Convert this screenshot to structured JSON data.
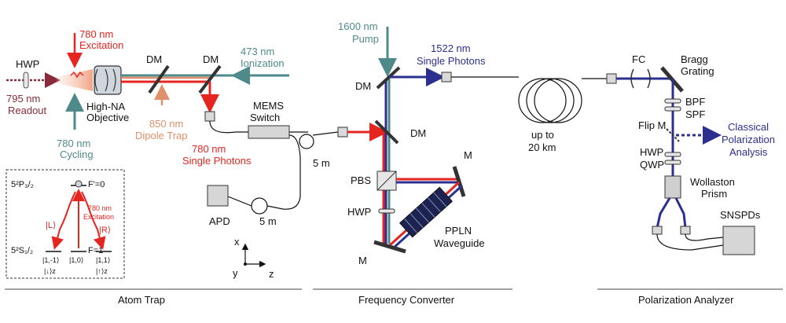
{
  "colors": {
    "red": "#e52620",
    "teal": "#4f8a8b",
    "blue": "#2b2f8f",
    "salmon": "#e0906a",
    "maroon": "#8a2a3a",
    "gray": "#444444"
  },
  "sections": {
    "atom_trap": "Atom Trap",
    "frequency_converter": "Frequency Converter",
    "polarization_analyzer": "Polarization Analyzer"
  },
  "atom_trap": {
    "hwp": "HWP",
    "excitation_wl": "780 nm",
    "excitation": "Excitation",
    "dm1": "DM",
    "dm2": "DM",
    "ionization_wl": "473 nm",
    "ionization": "Ionization",
    "readout_wl": "795 nm",
    "readout": "Readout",
    "objective_1": "High-NA",
    "objective_2": "Objective",
    "dipole_wl": "850 nm",
    "dipole": "Dipole Trap",
    "cycling_wl": "780 nm",
    "cycling": "Cycling",
    "mems_1": "MEMS",
    "mems_2": "Switch",
    "single_photons_wl": "780 nm",
    "single_photons": "Single Photons",
    "fiber_5m_a": "5 m",
    "apd": "APD",
    "fiber_5m_b": "5 m",
    "axis_x": "x",
    "axis_y": "y",
    "axis_z": "z",
    "level_p": "5²P₃/₂",
    "level_s": "5²S₁/₂",
    "fp0": "F'=0",
    "f1": "F=1",
    "inset_exc_wl": "780 nm",
    "inset_exc": "Excitation",
    "ket_L": "|L⟩",
    "ket_R": "|R⟩",
    "m_minus": "|1,-1⟩",
    "m_zero": "|1,0⟩",
    "m_plus": "|1,1⟩",
    "spin_down": "|↓⟩z",
    "spin_up": "|↑⟩z"
  },
  "frequency_converter": {
    "pump_wl": "1600 nm",
    "pump": "Pump",
    "photons_wl": "1522 nm",
    "photons": "Single Photons",
    "dm_top": "DM",
    "dm_mid": "DM",
    "pbs": "PBS",
    "hwp": "HWP",
    "m_bottom": "M",
    "m_right": "M",
    "ppln_1": "PPLN",
    "ppln_2": "Waveguide",
    "fiber_1": "up to",
    "fiber_2": "20 km"
  },
  "polarization_analyzer": {
    "fc": "FC",
    "bragg_1": "Bragg",
    "bragg_2": "Grating",
    "bpf": "BPF",
    "spf": "SPF",
    "flip_m": "Flip M",
    "classical_1": "Classical",
    "classical_2": "Polarization",
    "classical_3": "Analysis",
    "hwp": "HWP",
    "qwp": "QWP",
    "wollaston_1": "Wollaston",
    "wollaston_2": "Prism",
    "snspds": "SNSPDs"
  }
}
